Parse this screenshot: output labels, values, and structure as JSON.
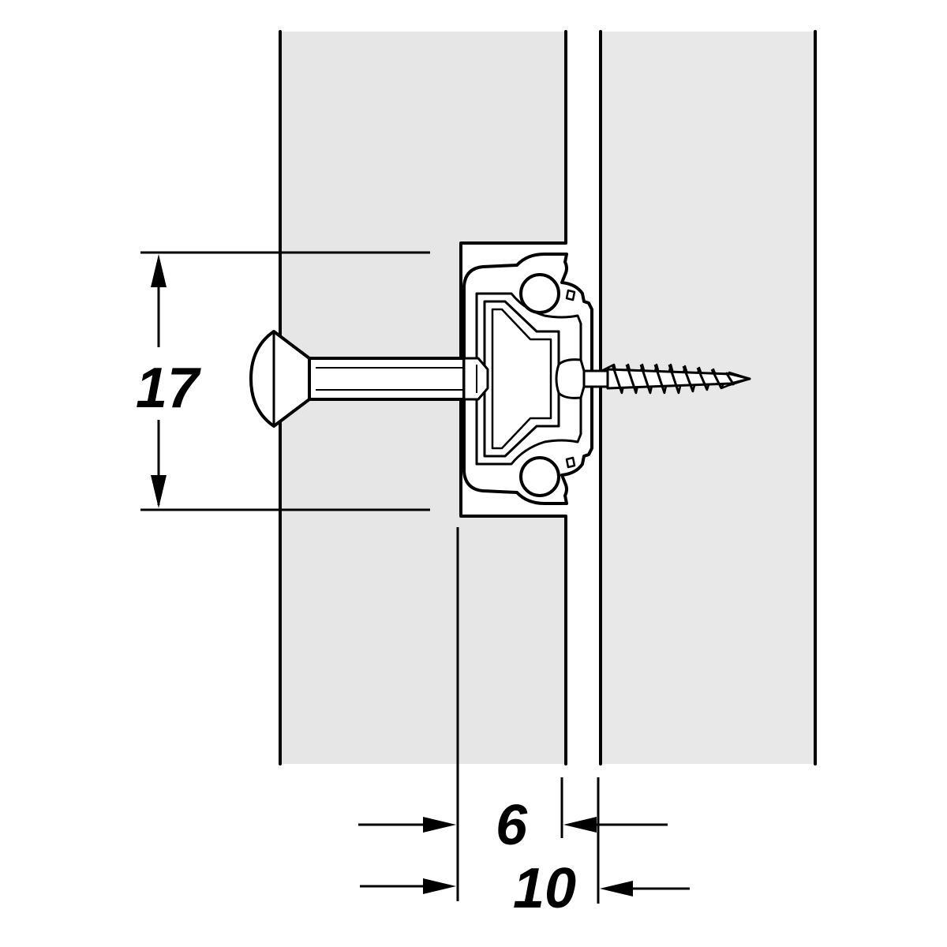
{
  "dimensions": {
    "height_label": "17",
    "gap_label": "6",
    "depth_label": "10"
  },
  "colors": {
    "panel_fill": "#e6e6e6",
    "cabinet_fill": "#e8e8e8",
    "line": "#000000",
    "metal_fill": "#ffffff",
    "background": "#ffffff"
  },
  "icons": {
    "bolt": "countersunk-bolt-icon",
    "screw": "wood-screw-icon",
    "slide": "drawer-slide-profile-icon"
  }
}
